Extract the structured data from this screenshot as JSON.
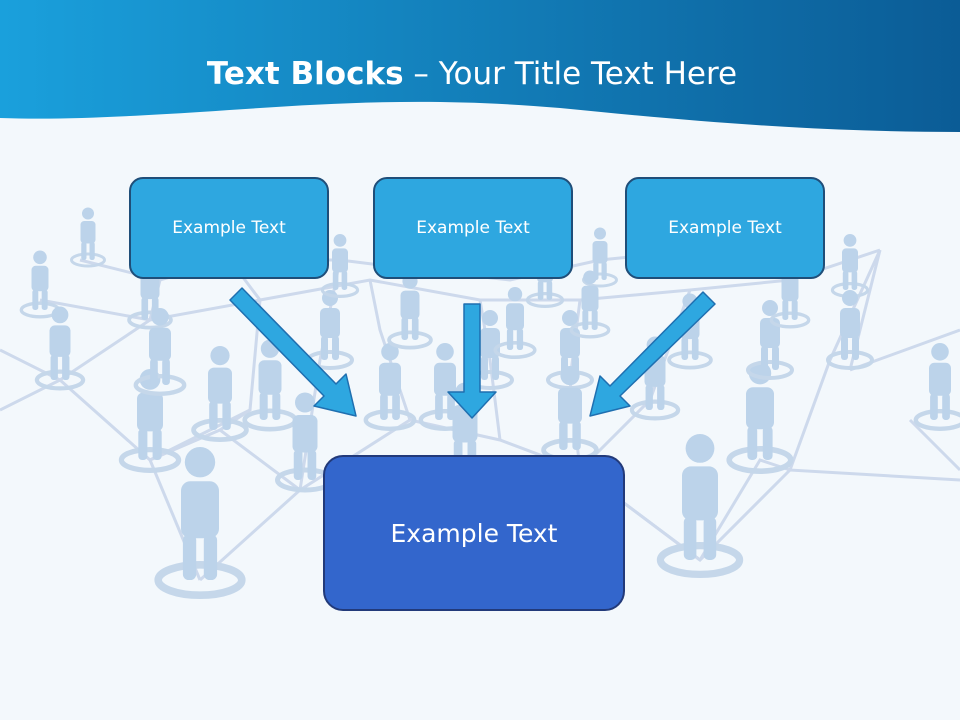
{
  "title": {
    "bold": "Text Blocks",
    "rest": " – Your Title Text Here"
  },
  "boxes": {
    "left": "Example Text",
    "center": "Example Text",
    "right": "Example Text",
    "bottom": "Example Text"
  },
  "colors": {
    "header": "#1a8fd3",
    "box": "#2ea7e0",
    "bottom_box": "#3366cc",
    "arrow": "#2ea7e0"
  }
}
